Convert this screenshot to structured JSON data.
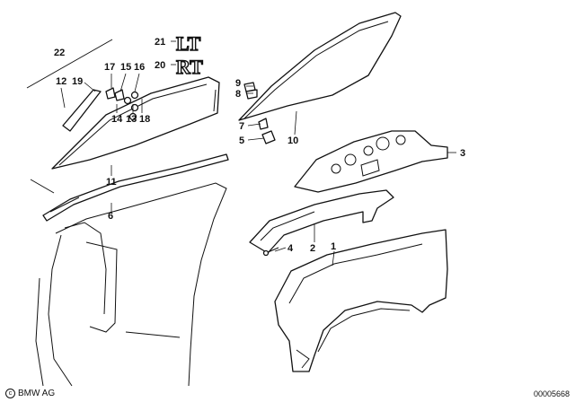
{
  "parts": {
    "p1": "1",
    "p2": "2",
    "p3": "3",
    "p4": "4",
    "p5": "5",
    "p6": "6",
    "p7": "7",
    "p8": "8",
    "p9": "9",
    "p10": "10",
    "p11": "11",
    "p12": "12",
    "p13": "13",
    "p14": "14",
    "p15": "15",
    "p16": "16",
    "p17": "17",
    "p18": "18",
    "p19": "19",
    "p20": "20",
    "p21": "21",
    "p22": "22"
  },
  "badges": {
    "left": "LT",
    "right": "RT"
  },
  "footer": {
    "copyright_symbol": "c",
    "company": "BMW AG",
    "image_number": "00005668"
  }
}
